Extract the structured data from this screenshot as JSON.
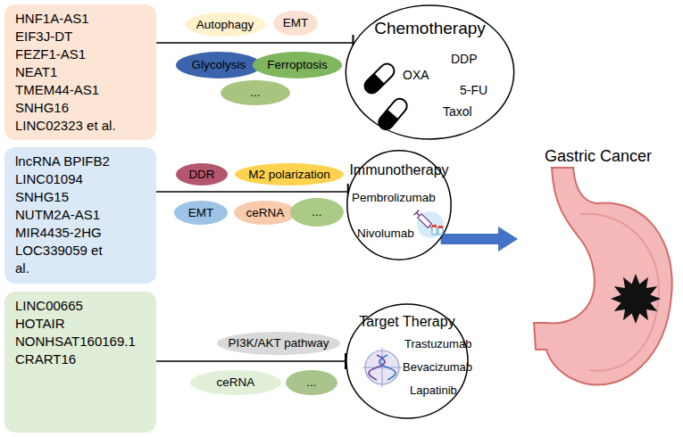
{
  "diagram": {
    "nodes": [
      {
        "text": [
          "HNF1A-AS1",
          "EIF3J-DT",
          "FEZF1-AS1",
          "NEAT1",
          "TMEM44-AS1",
          "SNHG16",
          "LINC02323 et al."
        ]
      },
      {
        "text": [
          "Autophagy"
        ]
      },
      {
        "text": [
          "EMT"
        ]
      },
      {
        "text": [
          "Glycolysis"
        ]
      },
      {
        "text": [
          "Ferroptosis"
        ]
      },
      {
        "text": [
          "..."
        ]
      },
      {
        "text": [
          "Chemotherapy",
          "OXA",
          "DDP",
          "5-FU",
          "Taxol"
        ]
      },
      {
        "text": [
          "lncRNA BPIFB2",
          "LINC01094",
          "SNHG15",
          "NUTM2A-AS1",
          "MIR4435-2HG",
          "LOC339059 et al."
        ]
      },
      {
        "text": [
          "DDR"
        ]
      },
      {
        "text": [
          "M2 polarization"
        ]
      },
      {
        "text": [
          "EMT"
        ]
      },
      {
        "text": [
          "ceRNA"
        ]
      },
      {
        "text": [
          "..."
        ]
      },
      {
        "text": [
          "Immunotherapy",
          "Pembrolizumab",
          "Nivolumab"
        ]
      },
      {
        "text": [
          "LINC00665",
          "HOTAIR",
          "NONHSAT160169.1",
          "CRART16"
        ]
      },
      {
        "text": [
          "PI3K/AKT pathway"
        ]
      },
      {
        "text": [
          "ceRNA"
        ]
      },
      {
        "text": [
          "..."
        ]
      },
      {
        "text": [
          "Target Therapy",
          "Trastuzumab",
          "Bevacizumab",
          "Lapatinib"
        ]
      },
      {
        "text": [
          "Gastric Cancer"
        ]
      }
    ],
    "edges": [
      {
        "from": 0,
        "to": 6,
        "arrow": "to"
      },
      {
        "from": 7,
        "to": 13,
        "arrow": "to"
      },
      {
        "from": 14,
        "to": 18,
        "arrow": "to"
      },
      {
        "from": 13,
        "to": 19,
        "arrow": "to"
      }
    ]
  }
}
